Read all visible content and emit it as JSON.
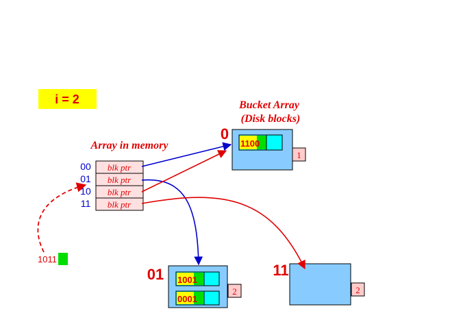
{
  "global_depth": {
    "label": "i = 2",
    "bg": "#ffff00"
  },
  "directory": {
    "title": "Array in memory",
    "entries": [
      {
        "index": "00",
        "ptr": "blk ptr"
      },
      {
        "index": "01",
        "ptr": "blk ptr"
      },
      {
        "index": "10",
        "ptr": "blk ptr"
      },
      {
        "index": "11",
        "ptr": "blk ptr"
      }
    ]
  },
  "bucket_array": {
    "title_line1": "Bucket Array",
    "title_line2": "(Disk blocks)"
  },
  "buckets": [
    {
      "id": "0",
      "label": "0",
      "local_depth": "1",
      "records": [
        {
          "prefix": "110",
          "highlight": "0"
        }
      ]
    },
    {
      "id": "01",
      "label": "01",
      "local_depth": "2",
      "records": [
        {
          "prefix": "100",
          "highlight": "1"
        },
        {
          "prefix": "000",
          "highlight": "1"
        }
      ]
    },
    {
      "id": "11",
      "label": "11",
      "local_depth": "2",
      "records": []
    }
  ],
  "inserted_key": {
    "prefix": "101",
    "highlight": "1"
  },
  "colors": {
    "red": "#e00000",
    "blue": "#0000cc",
    "bucket_fill": "#88ccff",
    "record_yellow": "#ffff00",
    "record_green": "#00dd00",
    "record_cyan": "#00ffff",
    "pink": "#ffcccc",
    "directory_fill": "#ffe0e0"
  }
}
